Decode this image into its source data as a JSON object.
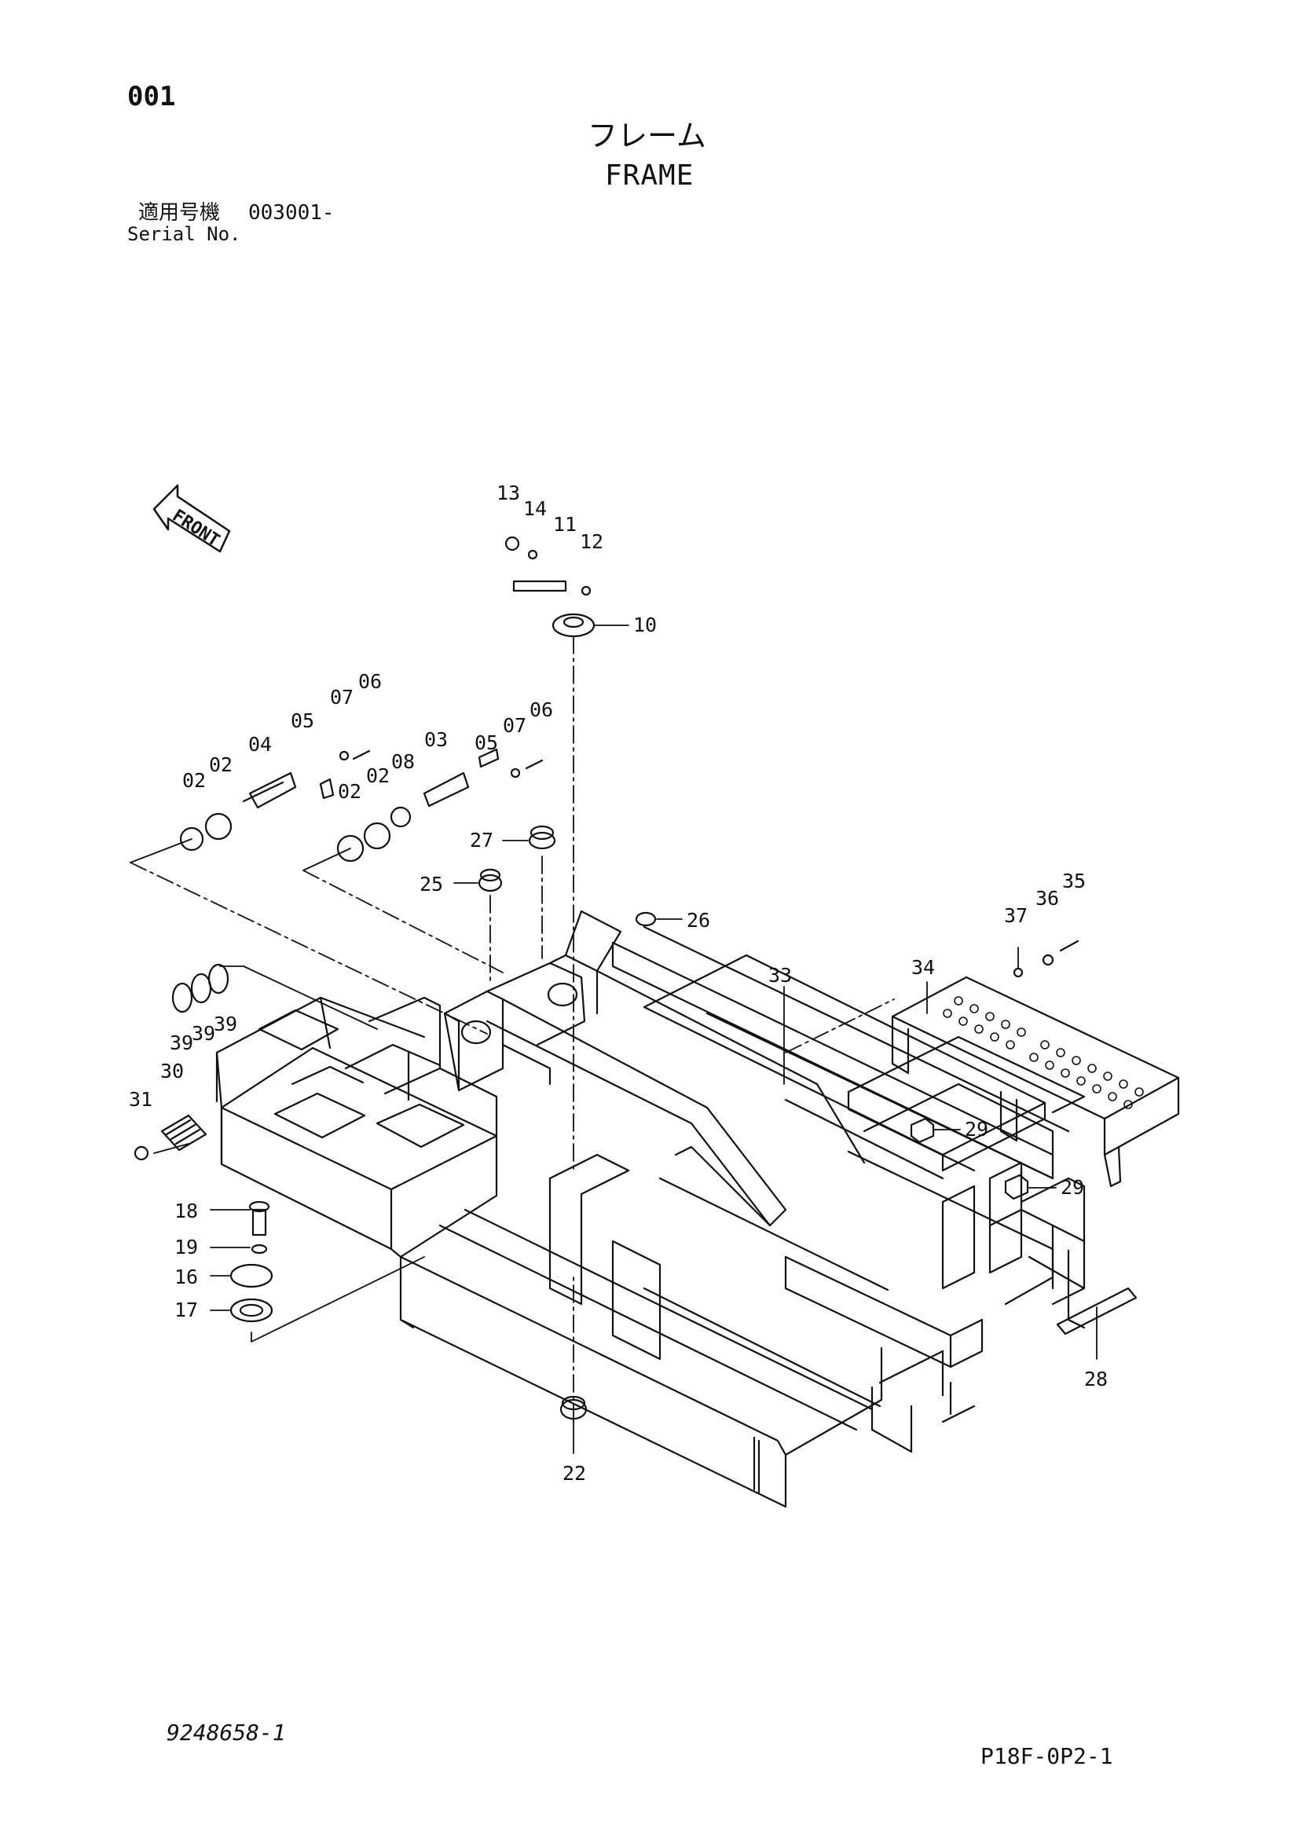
{
  "header": {
    "page_number": "001",
    "title_jp": "フレーム",
    "title_en": "FRAME",
    "serial_jp_label": "適用号機",
    "serial_number": "003001-",
    "serial_en_label": "Serial No."
  },
  "diagram": {
    "front_label": "FRONT",
    "callouts": [
      "13",
      "14",
      "11",
      "12",
      "10",
      "07",
      "06",
      "05",
      "04",
      "02",
      "02",
      "08",
      "03",
      "05",
      "07",
      "06",
      "02",
      "02",
      "27",
      "25",
      "26",
      "39",
      "39",
      "39",
      "30",
      "31",
      "33",
      "34",
      "37",
      "36",
      "35",
      "29",
      "29",
      "18",
      "19",
      "16",
      "17",
      "28",
      "22"
    ]
  },
  "footer": {
    "drawing_number": "9248658-1",
    "page_code": "P18F-0P2-1"
  }
}
